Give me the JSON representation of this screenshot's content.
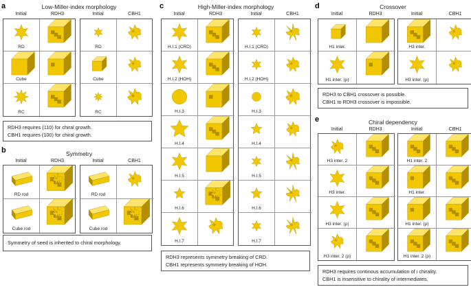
{
  "colors": {
    "gold": "#f1c700",
    "gold_dark": "#b38f00",
    "gold_light": "#ffe46a",
    "border": "#555555"
  },
  "panels": {
    "a": {
      "letter": "a",
      "title": "Low-Miller-index morphology",
      "columns": [
        "Initial",
        "RDH3",
        "Initial",
        "CBH1"
      ],
      "rows": [
        {
          "label": "RD",
          "shapes": [
            "rhombic",
            "cube-holes",
            "rhombic-small",
            "rough"
          ]
        },
        {
          "label": "Cube",
          "shapes": [
            "cube",
            "cube-pit",
            "cube-small",
            "rough"
          ]
        },
        {
          "label": "RC",
          "shapes": [
            "rc",
            "cube-holes",
            "rc-small",
            "rough-round"
          ]
        }
      ],
      "notes": [
        "RDH3 requires (110) for chiral growth.",
        "CBH1 requires (100) for chiral growth."
      ]
    },
    "b": {
      "letter": "b",
      "title": "Symmetry",
      "columns": [
        "Initial",
        "RDH3",
        "Initial",
        "CBH1"
      ],
      "rows": [
        {
          "label": "RD rod",
          "shapes": [
            "rod",
            "rough-block",
            "rod",
            "rough"
          ]
        },
        {
          "label": "Cube rod",
          "shapes": [
            "rod-cube",
            "rough-block",
            "rod-cube",
            "rough-block"
          ]
        }
      ],
      "notes": [
        "Symmetry of seed is inherited to chiral morphology."
      ]
    },
    "c": {
      "letter": "c",
      "title": "High-Miller-index morphology",
      "columns": [
        "Initial",
        "RDH3",
        "Initial",
        "CBH1"
      ],
      "rows": [
        {
          "label": "H.I.1 (CRD)",
          "shapes": [
            "star",
            "cube-holes",
            "star-small",
            "rough-spiky"
          ]
        },
        {
          "label": "H.I.2 (HOH)",
          "shapes": [
            "star",
            "cube-holes",
            "star-small",
            "rough"
          ]
        },
        {
          "label": "H.I.3",
          "shapes": [
            "sphere",
            "cube-pit",
            "sphere-small",
            "rough-round"
          ]
        },
        {
          "label": "H.I.4",
          "shapes": [
            "star6",
            "cube-holes",
            "star6-small",
            "rough"
          ]
        },
        {
          "label": "H.I.5",
          "shapes": [
            "star",
            "cube",
            "star-small",
            "rough-spiky"
          ]
        },
        {
          "label": "H.I.6",
          "shapes": [
            "star6-small",
            "rough-block",
            "star6-small",
            "rough-spiky"
          ]
        },
        {
          "label": "H.I.7",
          "shapes": [
            "star",
            "rough-round",
            "star-small",
            "rough-spiky"
          ]
        }
      ],
      "notes": [
        "RDH3 represents symmetry breaking of CRD.",
        "CBH1 represents symmetry breaking of HOH."
      ]
    },
    "d": {
      "letter": "d",
      "title": "Crossover",
      "columns": [
        "Initial",
        "RDH3",
        "Initial",
        "CBH1"
      ],
      "rows": [
        {
          "labels": [
            "H1 inter.",
            "H3 inter."
          ],
          "shapes": [
            "cube-small",
            "cube",
            "cube-holes",
            "rough"
          ]
        },
        {
          "labels": [
            "H1 inter. (ρ)",
            "H3 inter. (ρ)"
          ],
          "shapes": [
            "star",
            "cube-pit",
            "star",
            "rough"
          ]
        }
      ],
      "notes": [
        "RDH3 to CBH1 crossover is possible.",
        "CBH1 to RDH3 crossover is impossible."
      ]
    },
    "e": {
      "letter": "e",
      "title": "Chiral dependency",
      "columns": [
        "Initial",
        "RDH3",
        "Initial",
        "CBH1"
      ],
      "rows": [
        {
          "labels": [
            "H3 inter. 2",
            "H1 inter. 2"
          ],
          "shapes": [
            "rough",
            "cube-holes",
            "cube-holes",
            "cube-holes"
          ]
        },
        {
          "labels": [
            "H3 inter.",
            "H1 inter."
          ],
          "shapes": [
            "star",
            "cube-holes",
            "cube-pit",
            "cube-holes"
          ]
        },
        {
          "labels": [
            "H3 inter. (ρ)",
            "H1 inter. (ρ)"
          ],
          "shapes": [
            "star",
            "cube-holes",
            "cube-pit",
            "cube-holes"
          ]
        },
        {
          "labels": [
            "H3 inter. 2 (ρ)",
            "H1 inter. 2 (ρ)"
          ],
          "shapes": [
            "rough",
            "cube-holes",
            "cube-holes",
            "cube-holes"
          ]
        }
      ],
      "notes": [
        "RDH3 requires continous accumulation of ι chirality.",
        "CBH1 is insensitive to chirality of intermediates."
      ]
    }
  }
}
